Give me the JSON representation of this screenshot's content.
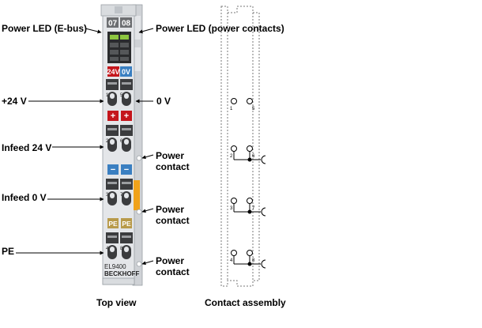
{
  "terminal": {
    "channel_left": "07",
    "channel_right": "08",
    "plus_24v_badge": "24V",
    "zero_v_badge": "0V",
    "plus_sign": "+",
    "minus_sign": "−",
    "pe_badge": "PE",
    "model": "EL9400",
    "brand": "BECKHOFF",
    "contact_numbers_left": [
      "1",
      "2",
      "3",
      "4"
    ],
    "contact_numbers_right": [
      "5",
      "6",
      "7",
      "8"
    ],
    "accent_colors": {
      "red": "#c4161c",
      "blue": "#3a7fc1",
      "pe": "#b89a4a",
      "orange": "#f0a21a",
      "led_green": "#8dc63f"
    }
  },
  "labels": {
    "power_led_ebus": "Power LED (E-bus)",
    "power_led_contacts": "Power LED (power contacts)",
    "plus_24v": "+24 V",
    "zero_v": "0 V",
    "infeed_24v": "Infeed 24 V",
    "infeed_0v": "Infeed 0 V",
    "pe": "PE",
    "power_contact_1": "Power contact",
    "power_contact_2": "Power contact",
    "power_contact_3": "Power contact"
  },
  "captions": {
    "top_view": "Top view",
    "contact_assembly": "Contact assembly"
  }
}
